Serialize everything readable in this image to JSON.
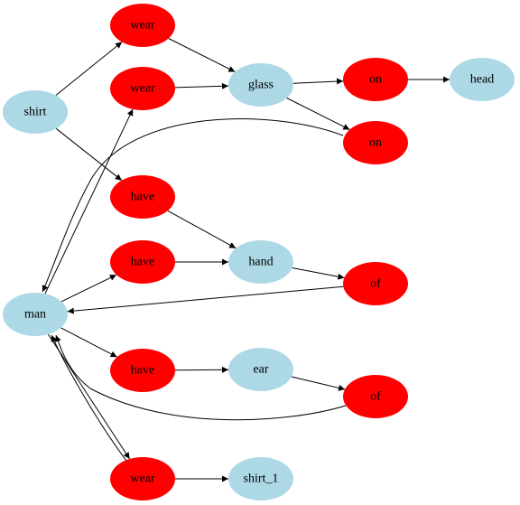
{
  "colors": {
    "entity": "#add8e6",
    "relation": "#ff0000",
    "edge": "#000000"
  },
  "nodes": [
    {
      "id": "shirt",
      "label": "shirt",
      "kind": "entity"
    },
    {
      "id": "wear1",
      "label": "wear",
      "kind": "relation"
    },
    {
      "id": "wear2",
      "label": "wear",
      "kind": "relation"
    },
    {
      "id": "glass",
      "label": "glass",
      "kind": "entity"
    },
    {
      "id": "on1",
      "label": "on",
      "kind": "relation"
    },
    {
      "id": "head",
      "label": "head",
      "kind": "entity"
    },
    {
      "id": "on2",
      "label": "on",
      "kind": "relation"
    },
    {
      "id": "have1",
      "label": "have",
      "kind": "relation"
    },
    {
      "id": "have2",
      "label": "have",
      "kind": "relation"
    },
    {
      "id": "hand",
      "label": "hand",
      "kind": "entity"
    },
    {
      "id": "of1",
      "label": "of",
      "kind": "relation"
    },
    {
      "id": "man",
      "label": "man",
      "kind": "entity"
    },
    {
      "id": "have3",
      "label": "have",
      "kind": "relation"
    },
    {
      "id": "ear",
      "label": "ear",
      "kind": "entity"
    },
    {
      "id": "of2",
      "label": "of",
      "kind": "relation"
    },
    {
      "id": "wear3",
      "label": "wear",
      "kind": "relation"
    },
    {
      "id": "shirt_1",
      "label": "shirt_1",
      "kind": "entity"
    }
  ],
  "edges": [
    {
      "from": "shirt",
      "to": "wear1"
    },
    {
      "from": "shirt",
      "to": "have1"
    },
    {
      "from": "wear1",
      "to": "glass"
    },
    {
      "from": "wear2",
      "to": "glass"
    },
    {
      "from": "glass",
      "to": "on1"
    },
    {
      "from": "glass",
      "to": "on2"
    },
    {
      "from": "on1",
      "to": "head"
    },
    {
      "from": "on2",
      "to": "man"
    },
    {
      "from": "have1",
      "to": "hand"
    },
    {
      "from": "have2",
      "to": "hand"
    },
    {
      "from": "hand",
      "to": "of1"
    },
    {
      "from": "of1",
      "to": "man"
    },
    {
      "from": "man",
      "to": "wear2"
    },
    {
      "from": "man",
      "to": "have2"
    },
    {
      "from": "man",
      "to": "have3"
    },
    {
      "from": "man",
      "to": "wear3"
    },
    {
      "from": "have3",
      "to": "ear"
    },
    {
      "from": "ear",
      "to": "of2"
    },
    {
      "from": "of2",
      "to": "man"
    },
    {
      "from": "wear3",
      "to": "man"
    },
    {
      "from": "wear3",
      "to": "shirt_1"
    }
  ]
}
